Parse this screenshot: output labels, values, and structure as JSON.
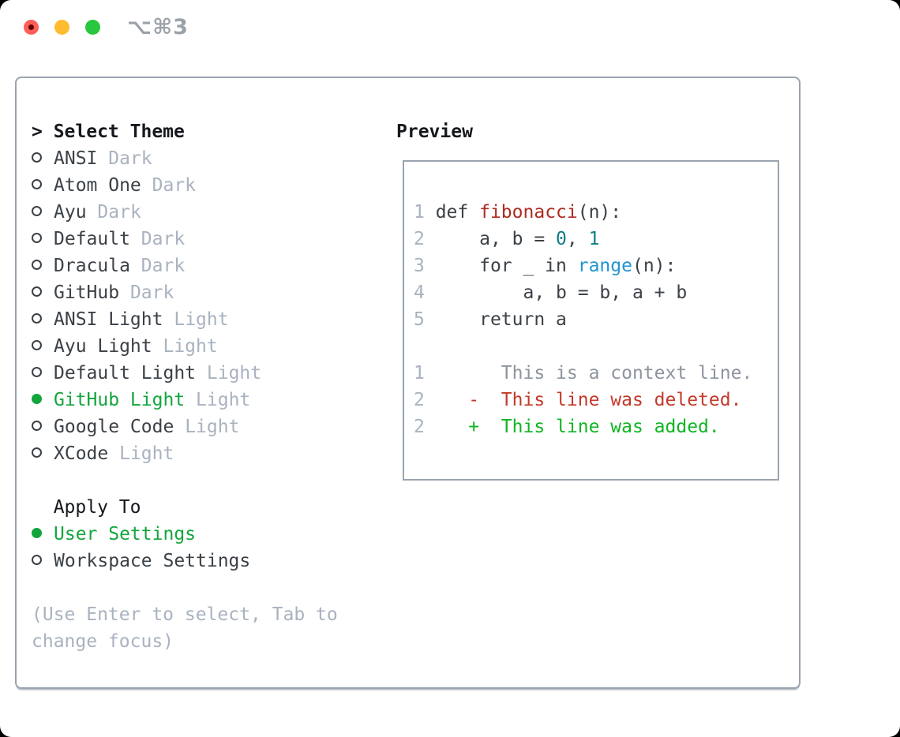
{
  "window": {
    "title": "⌥⌘3"
  },
  "theme_panel": {
    "header_marker": ">",
    "header": "Select Theme",
    "themes": [
      {
        "name": "ANSI",
        "variant": "Dark",
        "selected": false
      },
      {
        "name": "Atom One",
        "variant": "Dark",
        "selected": false
      },
      {
        "name": "Ayu",
        "variant": "Dark",
        "selected": false
      },
      {
        "name": "Default",
        "variant": "Dark",
        "selected": false
      },
      {
        "name": "Dracula",
        "variant": "Dark",
        "selected": false
      },
      {
        "name": "GitHub",
        "variant": "Dark",
        "selected": false
      },
      {
        "name": "ANSI Light",
        "variant": "Light",
        "selected": false
      },
      {
        "name": "Ayu Light",
        "variant": "Light",
        "selected": false
      },
      {
        "name": "Default Light",
        "variant": "Light",
        "selected": false
      },
      {
        "name": "GitHub Light",
        "variant": "Light",
        "selected": true
      },
      {
        "name": "Google Code",
        "variant": "Light",
        "selected": false
      },
      {
        "name": "XCode",
        "variant": "Light",
        "selected": false
      }
    ],
    "apply_to": {
      "label": "Apply To",
      "options": [
        {
          "name": "User Settings",
          "selected": true
        },
        {
          "name": "Workspace Settings",
          "selected": false
        }
      ]
    },
    "hint_lines": [
      "(Use Enter to select, Tab to",
      "change focus)"
    ]
  },
  "preview": {
    "title": "Preview",
    "lines": [
      [
        {
          "c": "ln",
          "t": "1"
        },
        {
          "c": "pl",
          "t": " def "
        },
        {
          "c": "fn",
          "t": "fibonacci"
        },
        {
          "c": "pl",
          "t": "(n):"
        }
      ],
      [
        {
          "c": "ln",
          "t": "2"
        },
        {
          "c": "pl",
          "t": "     a, b = "
        },
        {
          "c": "num",
          "t": "0"
        },
        {
          "c": "pl",
          "t": ", "
        },
        {
          "c": "num",
          "t": "1"
        }
      ],
      [
        {
          "c": "ln",
          "t": "3"
        },
        {
          "c": "pl",
          "t": "     for _ in "
        },
        {
          "c": "blue",
          "t": "range"
        },
        {
          "c": "pl",
          "t": "(n):"
        }
      ],
      [
        {
          "c": "ln",
          "t": "4"
        },
        {
          "c": "pl",
          "t": "         a, b = b, a + b"
        }
      ],
      [
        {
          "c": "ln",
          "t": "5"
        },
        {
          "c": "pl",
          "t": "     return a"
        }
      ],
      [],
      [
        {
          "c": "ln",
          "t": "1"
        },
        {
          "c": "ctx",
          "t": "       This is a context line."
        }
      ],
      [
        {
          "c": "ln",
          "t": "2"
        },
        {
          "c": "pl",
          "t": "    "
        },
        {
          "c": "del",
          "t": "-  This line was deleted."
        }
      ],
      [
        {
          "c": "ln",
          "t": "2"
        },
        {
          "c": "pl",
          "t": "    "
        },
        {
          "c": "add",
          "t": "+  This line was added."
        }
      ]
    ]
  },
  "colors": {
    "page-bg": "#000000",
    "window-bg": "#ffffff",
    "border": "#9aa4b0",
    "head": "#15181c",
    "ink": "#3b4147",
    "muted": "#a9b2bf",
    "green": "#13a53d",
    "fn-red": "#ae2b20",
    "teal": "#0d7e84",
    "range-blue": "#2095cf",
    "ctx-gray": "#8d949e",
    "del-red": "#c4392a",
    "add-green": "#10b522",
    "traffic-red": "#ff5f57",
    "traffic-red-dot": "#5c0002",
    "traffic-yellow": "#febc2e",
    "traffic-green": "#28c73f",
    "title-gray": "#9ba1a8"
  }
}
